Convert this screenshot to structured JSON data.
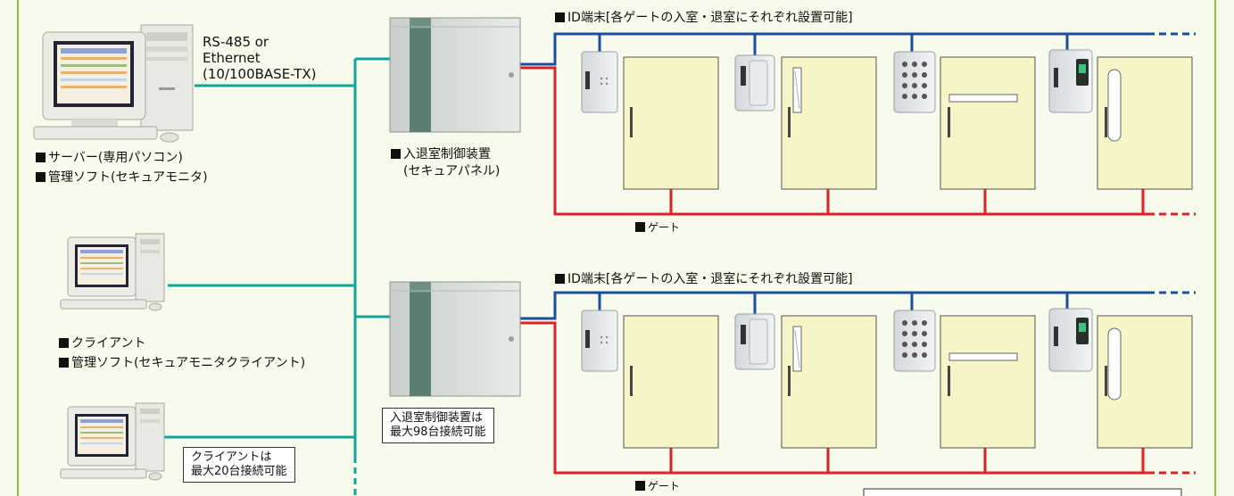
{
  "network_label": [
    "RS-485 or",
    "Ethernet",
    "(10/100BASE-TX)"
  ],
  "server": {
    "line1": "サーバー(専用パソコン)",
    "line2": "管理ソフト(セキュアモニタ)"
  },
  "client": {
    "line1": "クライアント",
    "line2": "管理ソフト(セキュアモニタクライアント)"
  },
  "client_note": [
    "クライアントは",
    "最大20台接続可能"
  ],
  "panel_label": [
    "入退室制御装置",
    "(セキュアパネル)"
  ],
  "panel_note": [
    "入退室制御装置は",
    "最大98台接続可能"
  ],
  "id_terminal_title": "ID端末[各ゲートの入室・退室にそれぞれ設置可能]",
  "gate_label": "ゲート",
  "colors": {
    "ethernet": "#13a39a",
    "data_bus": "#1a4fa0",
    "power_bus": "#e0202a",
    "door": "#f7f4c8",
    "background": "#f6fbec"
  }
}
